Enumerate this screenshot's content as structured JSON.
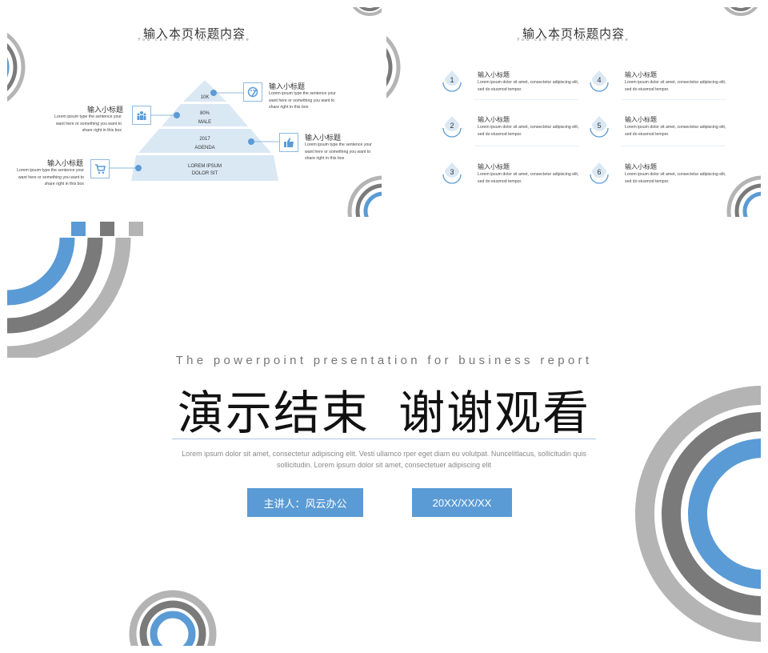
{
  "slide1": {
    "title": "输入本页标题内容",
    "subtitle": "You can add a subtitle here",
    "pyramid": [
      "10K",
      "80%",
      "MALE",
      "2017",
      "AGENDA",
      "LOREM IPSUM",
      "DOLOR SIT"
    ],
    "callouts": [
      {
        "title": "输入小标题",
        "lines": [
          "Lorem ipsum type the sentence your",
          "want here or something you want to",
          "share right in this box"
        ],
        "icon": "palette-icon"
      },
      {
        "title": "输入小标题",
        "lines": [
          "Lorem ipsum type the sentence your",
          "want here or something you want to",
          "share right in this box"
        ],
        "icon": "users-icon"
      },
      {
        "title": "输入小标题",
        "lines": [
          "Lorem ipsum type the sentence your",
          "want here or something you want to",
          "share right in this box"
        ],
        "icon": "thumbs-up-icon"
      },
      {
        "title": "输入小标题",
        "lines": [
          "Lorem ipsum type the sentence your",
          "want here or something you want to",
          "share right in this box"
        ],
        "icon": "cart-icon"
      }
    ]
  },
  "slide2": {
    "title": "输入本页标题内容",
    "subtitle": "You can add a subtitle here",
    "items": [
      {
        "num": "1",
        "title": "输入小标题",
        "l1": "Lorem ipsum dolor sit amet, consectetur adipiscing elit,",
        "l2": "sed do eiusmod tempor."
      },
      {
        "num": "2",
        "title": "输入小标题",
        "l1": "Lorem ipsum dolor sit amet, consectetur adipiscing elit,",
        "l2": "sed do eiusmod tempor."
      },
      {
        "num": "3",
        "title": "输入小标题",
        "l1": "Lorem ipsum dolor sit amet, consectetur adipiscing elit,",
        "l2": "sed do eiusmod tempor."
      },
      {
        "num": "4",
        "title": "输入小标题",
        "l1": "Lorem ipsum dolor sit amet, consectetur adipiscing elit,",
        "l2": "sed do eiusmod tempor."
      },
      {
        "num": "5",
        "title": "输入小标题",
        "l1": "Lorem ipsum dolor sit amet, consectetur adipiscing elit,",
        "l2": "sed do eiusmod tempor."
      },
      {
        "num": "6",
        "title": "输入小标题",
        "l1": "Lorem ipsum dolor sit amet, consectetur adipiscing elit,",
        "l2": "sed do eiusmod tempor."
      }
    ]
  },
  "slide3": {
    "tagline": "The powerpoint presentation for business report",
    "title": "演示结束  谢谢观看",
    "body_line1": "Lorem ipsum dolor sit amet, consectetur adipiscing elit. Vesti ullamco rper eget diam eu volutpat. Nuncelitlacus,  sollicitudin quis",
    "body_line2": "sollicitudin. Lorem ipsum dolor sit amet, consectetuer adipiscing elit",
    "presenter": "主讲人：风云办公",
    "date": "20XX/XX/XX"
  },
  "colors": {
    "accent": "#5b9bd5",
    "dark_gray": "#7a7a7a",
    "light_gray": "#b4b4b4",
    "pyramid_fill": "#dae8f4"
  }
}
